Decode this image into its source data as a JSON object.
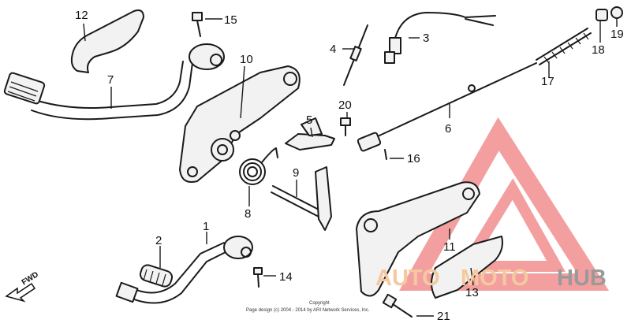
{
  "part_labels": [
    {
      "id": "p1",
      "text": "1"
    },
    {
      "id": "p2",
      "text": "2"
    },
    {
      "id": "p3",
      "text": "3"
    },
    {
      "id": "p4",
      "text": "4"
    },
    {
      "id": "p5",
      "text": "5"
    },
    {
      "id": "p6",
      "text": "6"
    },
    {
      "id": "p7",
      "text": "7"
    },
    {
      "id": "p8",
      "text": "8"
    },
    {
      "id": "p9",
      "text": "9"
    },
    {
      "id": "p10",
      "text": "10"
    },
    {
      "id": "p11",
      "text": "11"
    },
    {
      "id": "p12",
      "text": "12"
    },
    {
      "id": "p13",
      "text": "13"
    },
    {
      "id": "p14",
      "text": "14"
    },
    {
      "id": "p15",
      "text": "15"
    },
    {
      "id": "p16",
      "text": "16"
    },
    {
      "id": "p17",
      "text": "17"
    },
    {
      "id": "p18",
      "text": "18"
    },
    {
      "id": "p19",
      "text": "19"
    },
    {
      "id": "p20",
      "text": "20"
    },
    {
      "id": "p21",
      "text": "21"
    }
  ],
  "direction_marker": "FWD",
  "copyright": {
    "line1": "Copyright",
    "line2": "Page design (c) 2004 - 2014 by ARI Network Services, Inc."
  },
  "watermark": {
    "part_auto": "AUTO",
    "part_moto": "MOTO",
    "part_hub": "HUB",
    "colors": {
      "auto": "#f5c9a0",
      "moto": "#f5c9a0",
      "hub": "#9a9a9a",
      "logo": "#f08080"
    }
  }
}
